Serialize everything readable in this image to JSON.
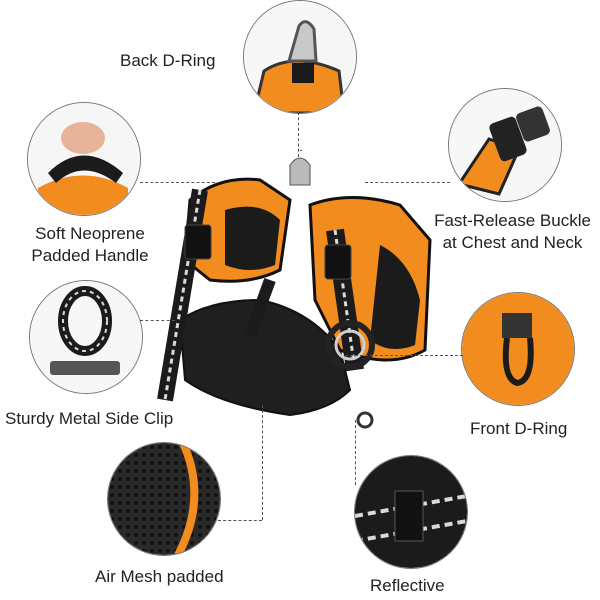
{
  "callouts": {
    "back_d_ring": "Back D-Ring",
    "padded_handle_line1": "Soft Neoprene",
    "padded_handle_line2": "Padded Handle",
    "buckle_line1": "Fast-Release Buckle",
    "buckle_line2": "at Chest  and Neck",
    "side_clip": "Sturdy Metal Side Clip",
    "front_d_ring": "Front D-Ring",
    "air_mesh": "Air Mesh padded",
    "reflective": "Reflective"
  },
  "colors": {
    "orange": "#f28c1e",
    "black": "#1b1b1b",
    "reflective": "#d9d9d9",
    "mesh": "#2a2a2a"
  }
}
